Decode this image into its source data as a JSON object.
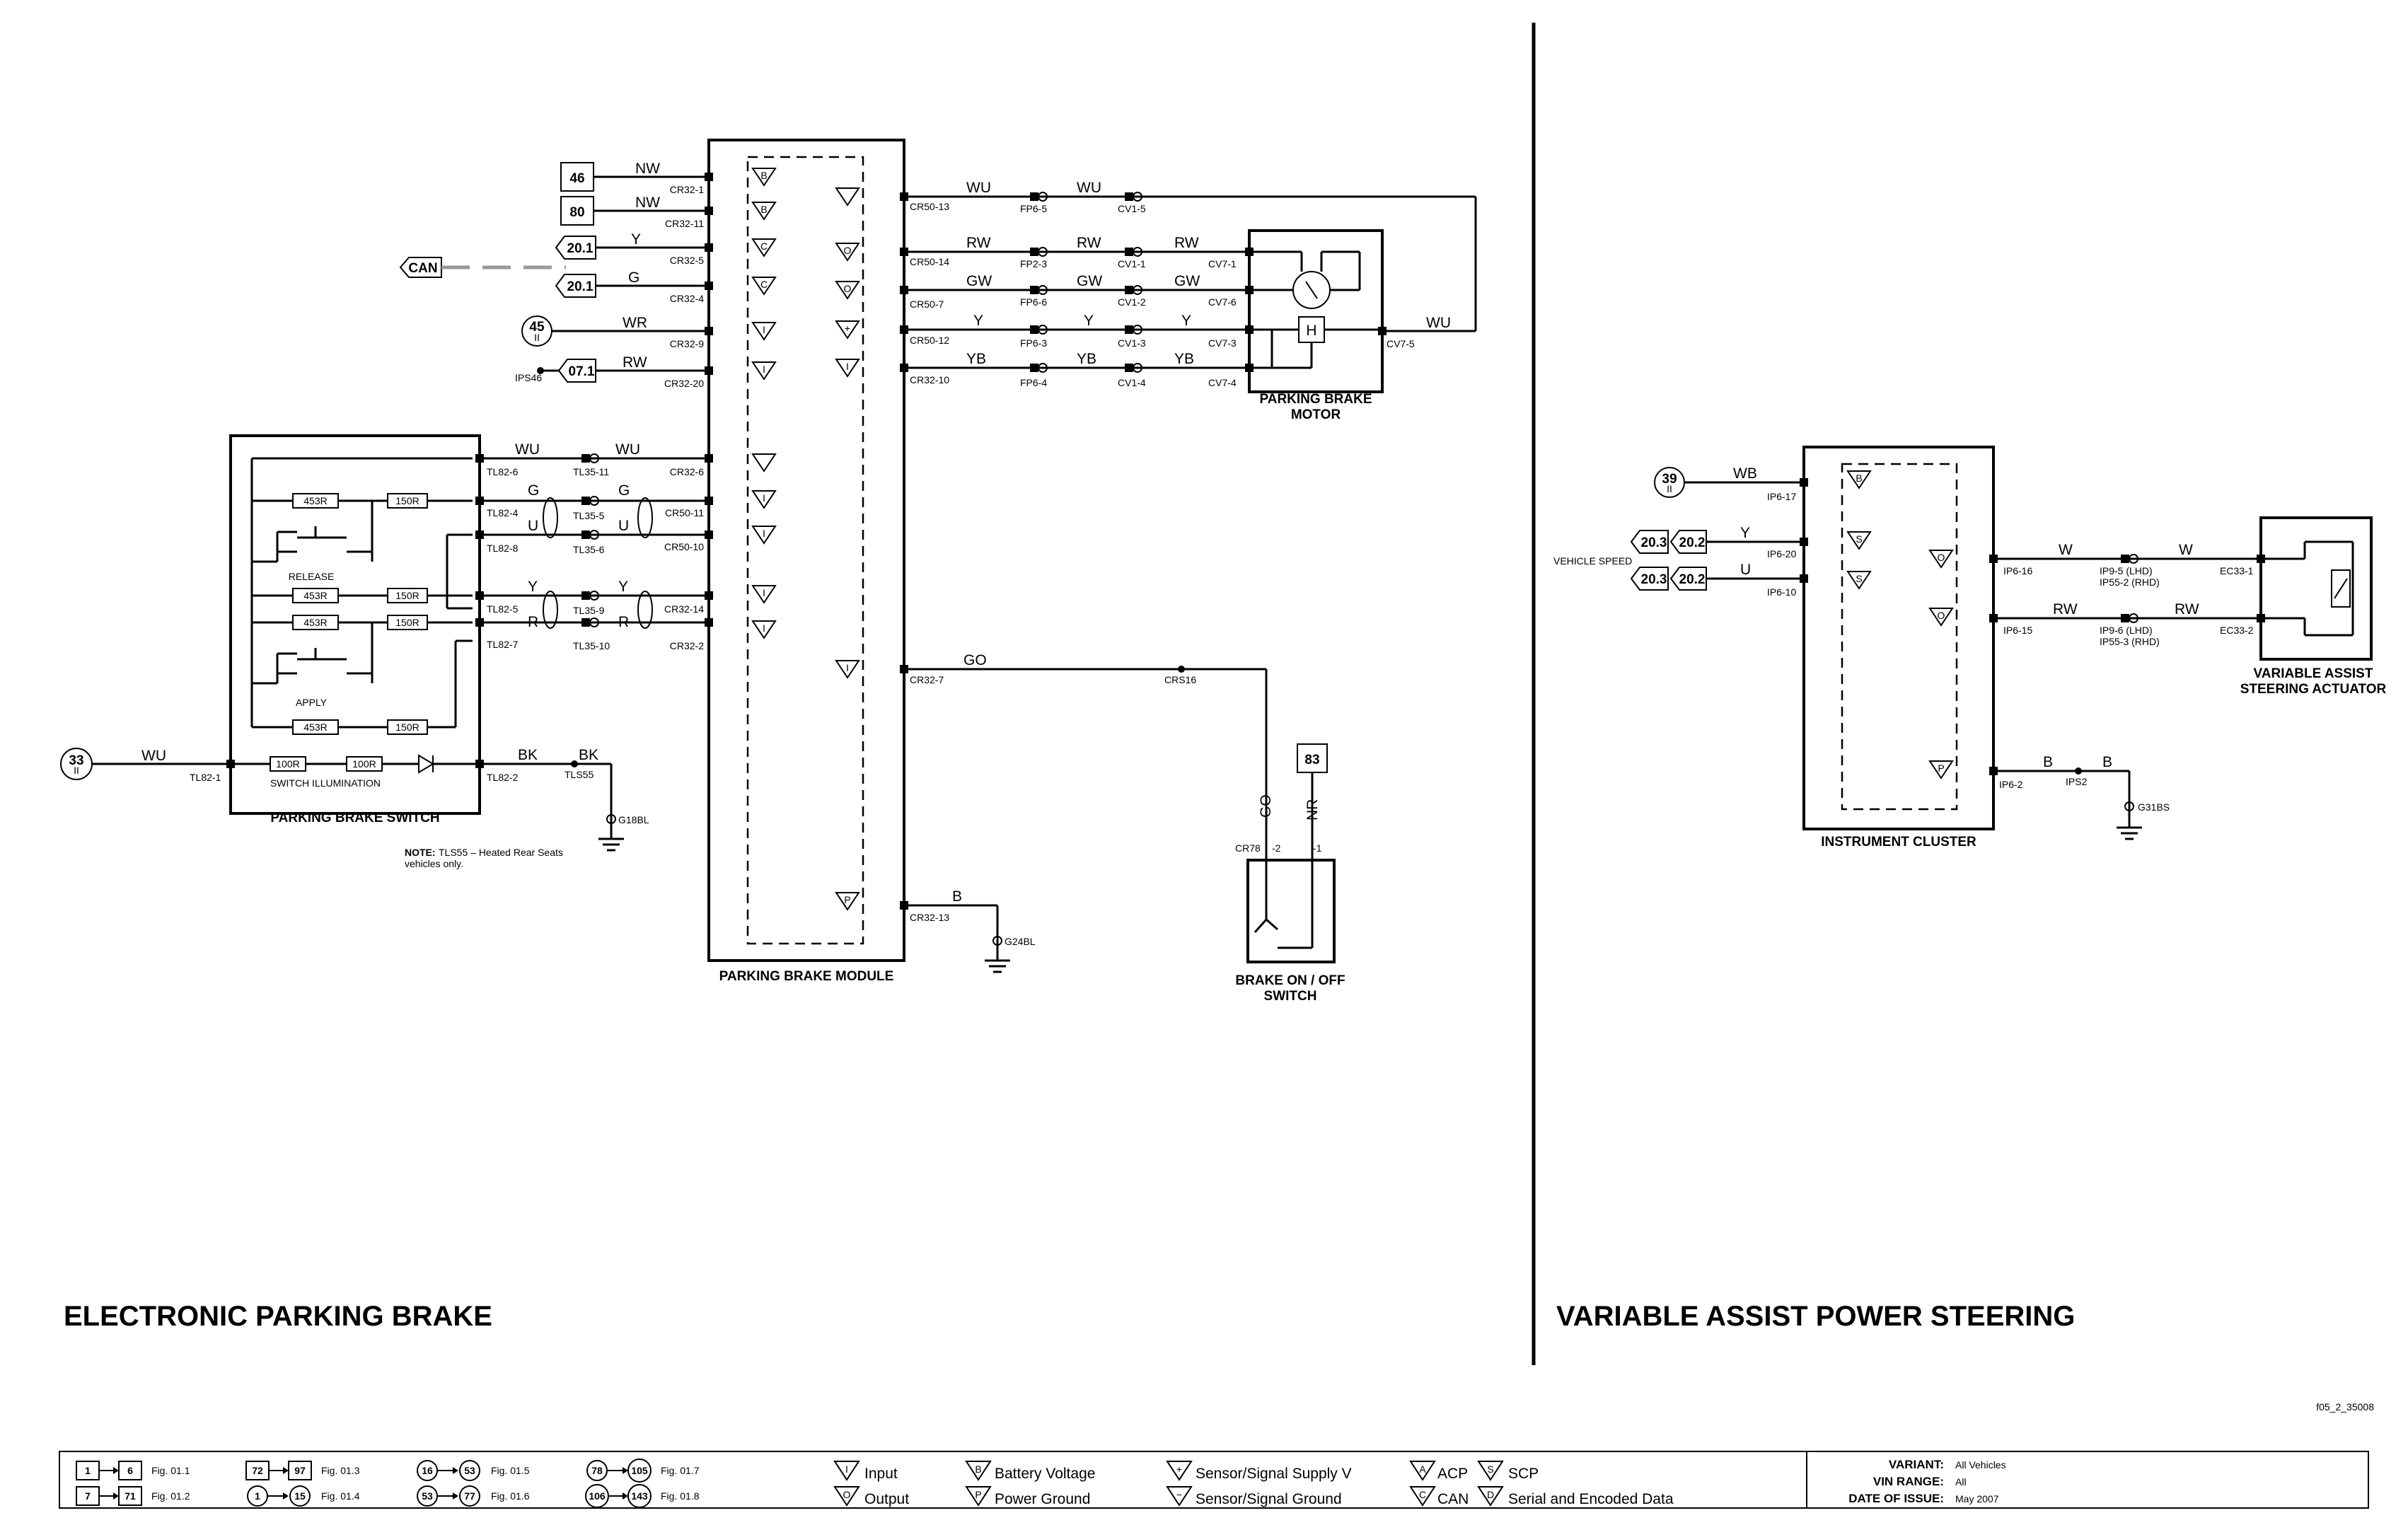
{
  "epb": {
    "title": "ELECTRONIC PARKING BRAKE",
    "module_label": "PARKING BRAKE MODULE",
    "motor_label": [
      "PARKING BRAKE",
      "MOTOR"
    ],
    "switch_label": "PARKING BRAKE SWITCH",
    "brake_switch_label": [
      "BRAKE ON / OFF",
      "SWITCH"
    ],
    "switch_illumination": "SWITCH ILLUMINATION",
    "release": "RELEASE",
    "apply": "APPLY",
    "note_bold": "NOTE:",
    "note_text": [
      "TLS55 – Heated Rear Seats",
      "vehicles only."
    ],
    "refs": {
      "r46": "46",
      "r80": "80",
      "r201a": "20.1",
      "r201b": "20.1",
      "can": "CAN",
      "r45": "45",
      "r071": "07.1",
      "r33": "33",
      "r83": "83",
      "sub": "II"
    },
    "ips46": "IPS46",
    "left_wires": [
      {
        "color": "NW",
        "conn": "CR32-1",
        "sym": "B"
      },
      {
        "color": "NW",
        "conn": "CR32-11",
        "sym": "B"
      },
      {
        "color": "Y",
        "conn": "CR32-5",
        "sym": "C+"
      },
      {
        "color": "G",
        "conn": "CR32-4",
        "sym": "C-"
      },
      {
        "color": "WR",
        "conn": "CR32-9",
        "sym": "I"
      },
      {
        "color": "RW",
        "conn": "CR32-20",
        "sym": "I"
      }
    ],
    "right_wires": [
      {
        "conn": "CR50-13",
        "c1": "WU",
        "fp": "FP6-5",
        "c2": "WU",
        "cv": "CV1-5"
      },
      {
        "conn": "CR50-14",
        "c1": "RW",
        "fp": "FP2-3",
        "c2": "RW",
        "cv": "CV1-1",
        "c3": "RW",
        "cv7": "CV7-1"
      },
      {
        "conn": "CR50-7",
        "c1": "GW",
        "fp": "FP6-6",
        "c2": "GW",
        "cv": "CV1-2",
        "c3": "GW",
        "cv7": "CV7-6"
      },
      {
        "conn": "CR50-12",
        "c1": "Y",
        "fp": "FP6-3",
        "c2": "Y",
        "cv": "CV1-3",
        "c3": "Y",
        "cv7": "CV7-3"
      },
      {
        "conn": "CR32-10",
        "c1": "YB",
        "fp": "FP6-4",
        "c2": "YB",
        "cv": "CV1-4",
        "c3": "YB",
        "cv7": "CV7-4"
      }
    ],
    "motor_return": {
      "color": "WU",
      "conn": "CV7-5",
      "h": "H"
    },
    "switch_wires": [
      {
        "tl": "TL82-6",
        "c1": "WU",
        "c2": "WU",
        "tls": "TL35-11",
        "cr": "CR32-6"
      },
      {
        "tl": "TL82-4",
        "c1": "G",
        "c2": "G",
        "tls": "TL35-5",
        "cr": "CR50-11"
      },
      {
        "tl": "TL82-8",
        "c1": "U",
        "c2": "U",
        "tls": "TL35-6",
        "cr": "CR50-10"
      },
      {
        "tl": "TL82-5",
        "c1": "Y",
        "c2": "Y",
        "tls": "TL35-9",
        "cr": "CR32-14"
      },
      {
        "tl": "TL82-7",
        "c1": "R",
        "c2": "R",
        "tls": "TL35-10",
        "cr": "CR32-2"
      }
    ],
    "resistors": {
      "r453": "453R",
      "r150": "150R",
      "r100": "100R"
    },
    "supply": {
      "color": "WU",
      "conn": "TL82-1"
    },
    "ground_wire": {
      "conn": "TL82-2",
      "c1": "BK",
      "c2": "BK",
      "splice": "TLS55",
      "gnd": "G18BL"
    },
    "go_wire": {
      "conn": "CR32-7",
      "color": "GO",
      "splice": "CRS16"
    },
    "b_wire": {
      "conn": "CR32-13",
      "color": "B",
      "gnd": "G24BL"
    },
    "cr78": {
      "conn": "CR78",
      "p2": "-2",
      "p1": "-1",
      "go": "GO",
      "nr": "NR"
    }
  },
  "vaps": {
    "title": "VARIABLE ASSIST POWER STEERING",
    "cluster_label": "INSTRUMENT CLUSTER",
    "actuator_label": [
      "VARIABLE ASSIST",
      "STEERING ACTUATOR"
    ],
    "vehicle_speed": "VEHICLE SPEED",
    "refs": {
      "r39": "39",
      "r203a": "20.3",
      "r202a": "20.2",
      "r203b": "20.3",
      "r202b": "20.2",
      "sub": "II"
    },
    "in_wires": [
      {
        "color": "WB",
        "conn": "IP6-17"
      },
      {
        "color": "Y",
        "conn": "IP6-20"
      },
      {
        "color": "U",
        "conn": "IP6-10"
      }
    ],
    "out_wires": [
      {
        "conn": "IP6-16",
        "c1": "W",
        "ip": "IP9-5 (LHD)",
        "ip2": "IP55-2 (RHD)",
        "c2": "W",
        "ec": "EC33-1"
      },
      {
        "conn": "IP6-15",
        "c1": "RW",
        "ip": "IP9-6 (LHD)",
        "ip2": "IP55-3 (RHD)",
        "c2": "RW",
        "ec": "EC33-2"
      }
    ],
    "ground": {
      "conn": "IP6-2",
      "c1": "B",
      "splice": "IPS2",
      "c2": "B",
      "gnd": "G31BS"
    }
  },
  "footer": {
    "doc_id": "f05_2_35008",
    "figs": [
      {
        "a": "1",
        "b": "6",
        "fig": "Fig. 01.1"
      },
      {
        "a": "7",
        "b": "71",
        "fig": "Fig. 01.2"
      },
      {
        "a": "72",
        "b": "97",
        "fig": "Fig. 01.3"
      },
      {
        "a": "1",
        "b": "15",
        "fig": "Fig. 01.4"
      },
      {
        "a": "16",
        "b": "53",
        "fig": "Fig. 01.5"
      },
      {
        "a": "53",
        "b": "77",
        "fig": "Fig. 01.6"
      },
      {
        "a": "78",
        "b": "105",
        "fig": "Fig. 01.7"
      },
      {
        "a": "106",
        "b": "143",
        "fig": "Fig. 01.8"
      }
    ],
    "legend": {
      "input": "Input",
      "output": "Output",
      "battery": "Battery Voltage",
      "power_ground": "Power Ground",
      "sensor_supply": "Sensor/Signal Supply V",
      "sensor_ground": "Sensor/Signal Ground",
      "acp": "ACP",
      "can": "CAN",
      "scp": "SCP",
      "serial": "Serial and Encoded Data"
    },
    "legend_syms": {
      "i": "I",
      "o": "O",
      "b": "B",
      "p": "P",
      "plus": "+",
      "minus": "−",
      "a": "A",
      "c": "C",
      "s": "S",
      "d": "D"
    },
    "variant_label": "VARIANT:",
    "variant": "All Vehicles",
    "vin_label": "VIN RANGE:",
    "vin": "All",
    "date_label": "DATE OF ISSUE:",
    "date": "May 2007"
  }
}
